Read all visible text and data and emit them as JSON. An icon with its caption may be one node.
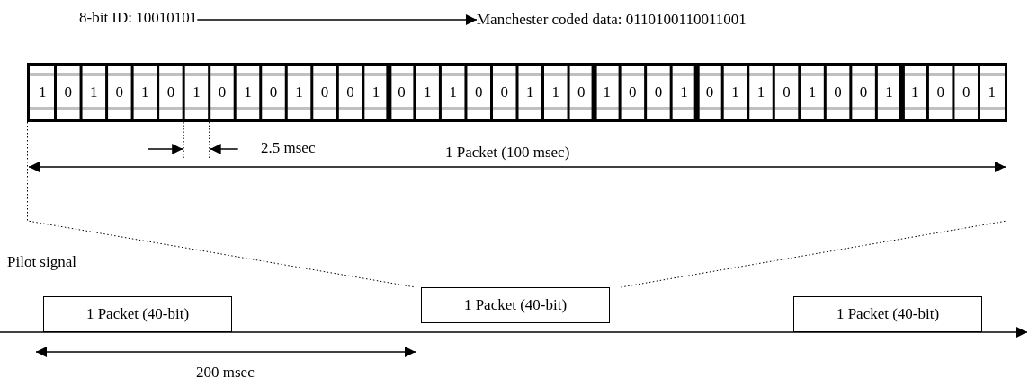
{
  "diagram": {
    "nodes": [
      {
        "text": [
          "8-bit ID: 10010101"
        ]
      },
      {
        "text": [
          "Manchester coded data: 0110100110011001"
        ]
      },
      {
        "text": [
          "1",
          "0",
          "1",
          "0",
          "1",
          "0",
          "1",
          "0",
          "1",
          "0",
          "1",
          "0",
          "0",
          "1",
          "0",
          "1",
          "1",
          "0",
          "0",
          "1",
          "1",
          "0",
          "1",
          "0",
          "0",
          "1",
          "0",
          "1",
          "1",
          "0",
          "1",
          "0",
          "0",
          "1",
          "1",
          "0",
          "0",
          "1"
        ]
      },
      {
        "text": [
          "1 Packet (40-bit)"
        ]
      },
      {
        "text": [
          "1 Packet (40-bit)"
        ]
      },
      {
        "text": [
          "1 Packet (40-bit)"
        ]
      }
    ],
    "edges": [
      {
        "from": 0,
        "to": 1,
        "arrow": "to"
      },
      {
        "from": 2,
        "to": 4,
        "arrow": "none",
        "style": "dashed"
      },
      {
        "from": 2,
        "to": 4,
        "arrow": "none",
        "style": "dashed"
      }
    ],
    "labels": [
      "2.5 msec",
      "1 Packet (100 msec)",
      "Pilot signal",
      "200 msec"
    ]
  }
}
